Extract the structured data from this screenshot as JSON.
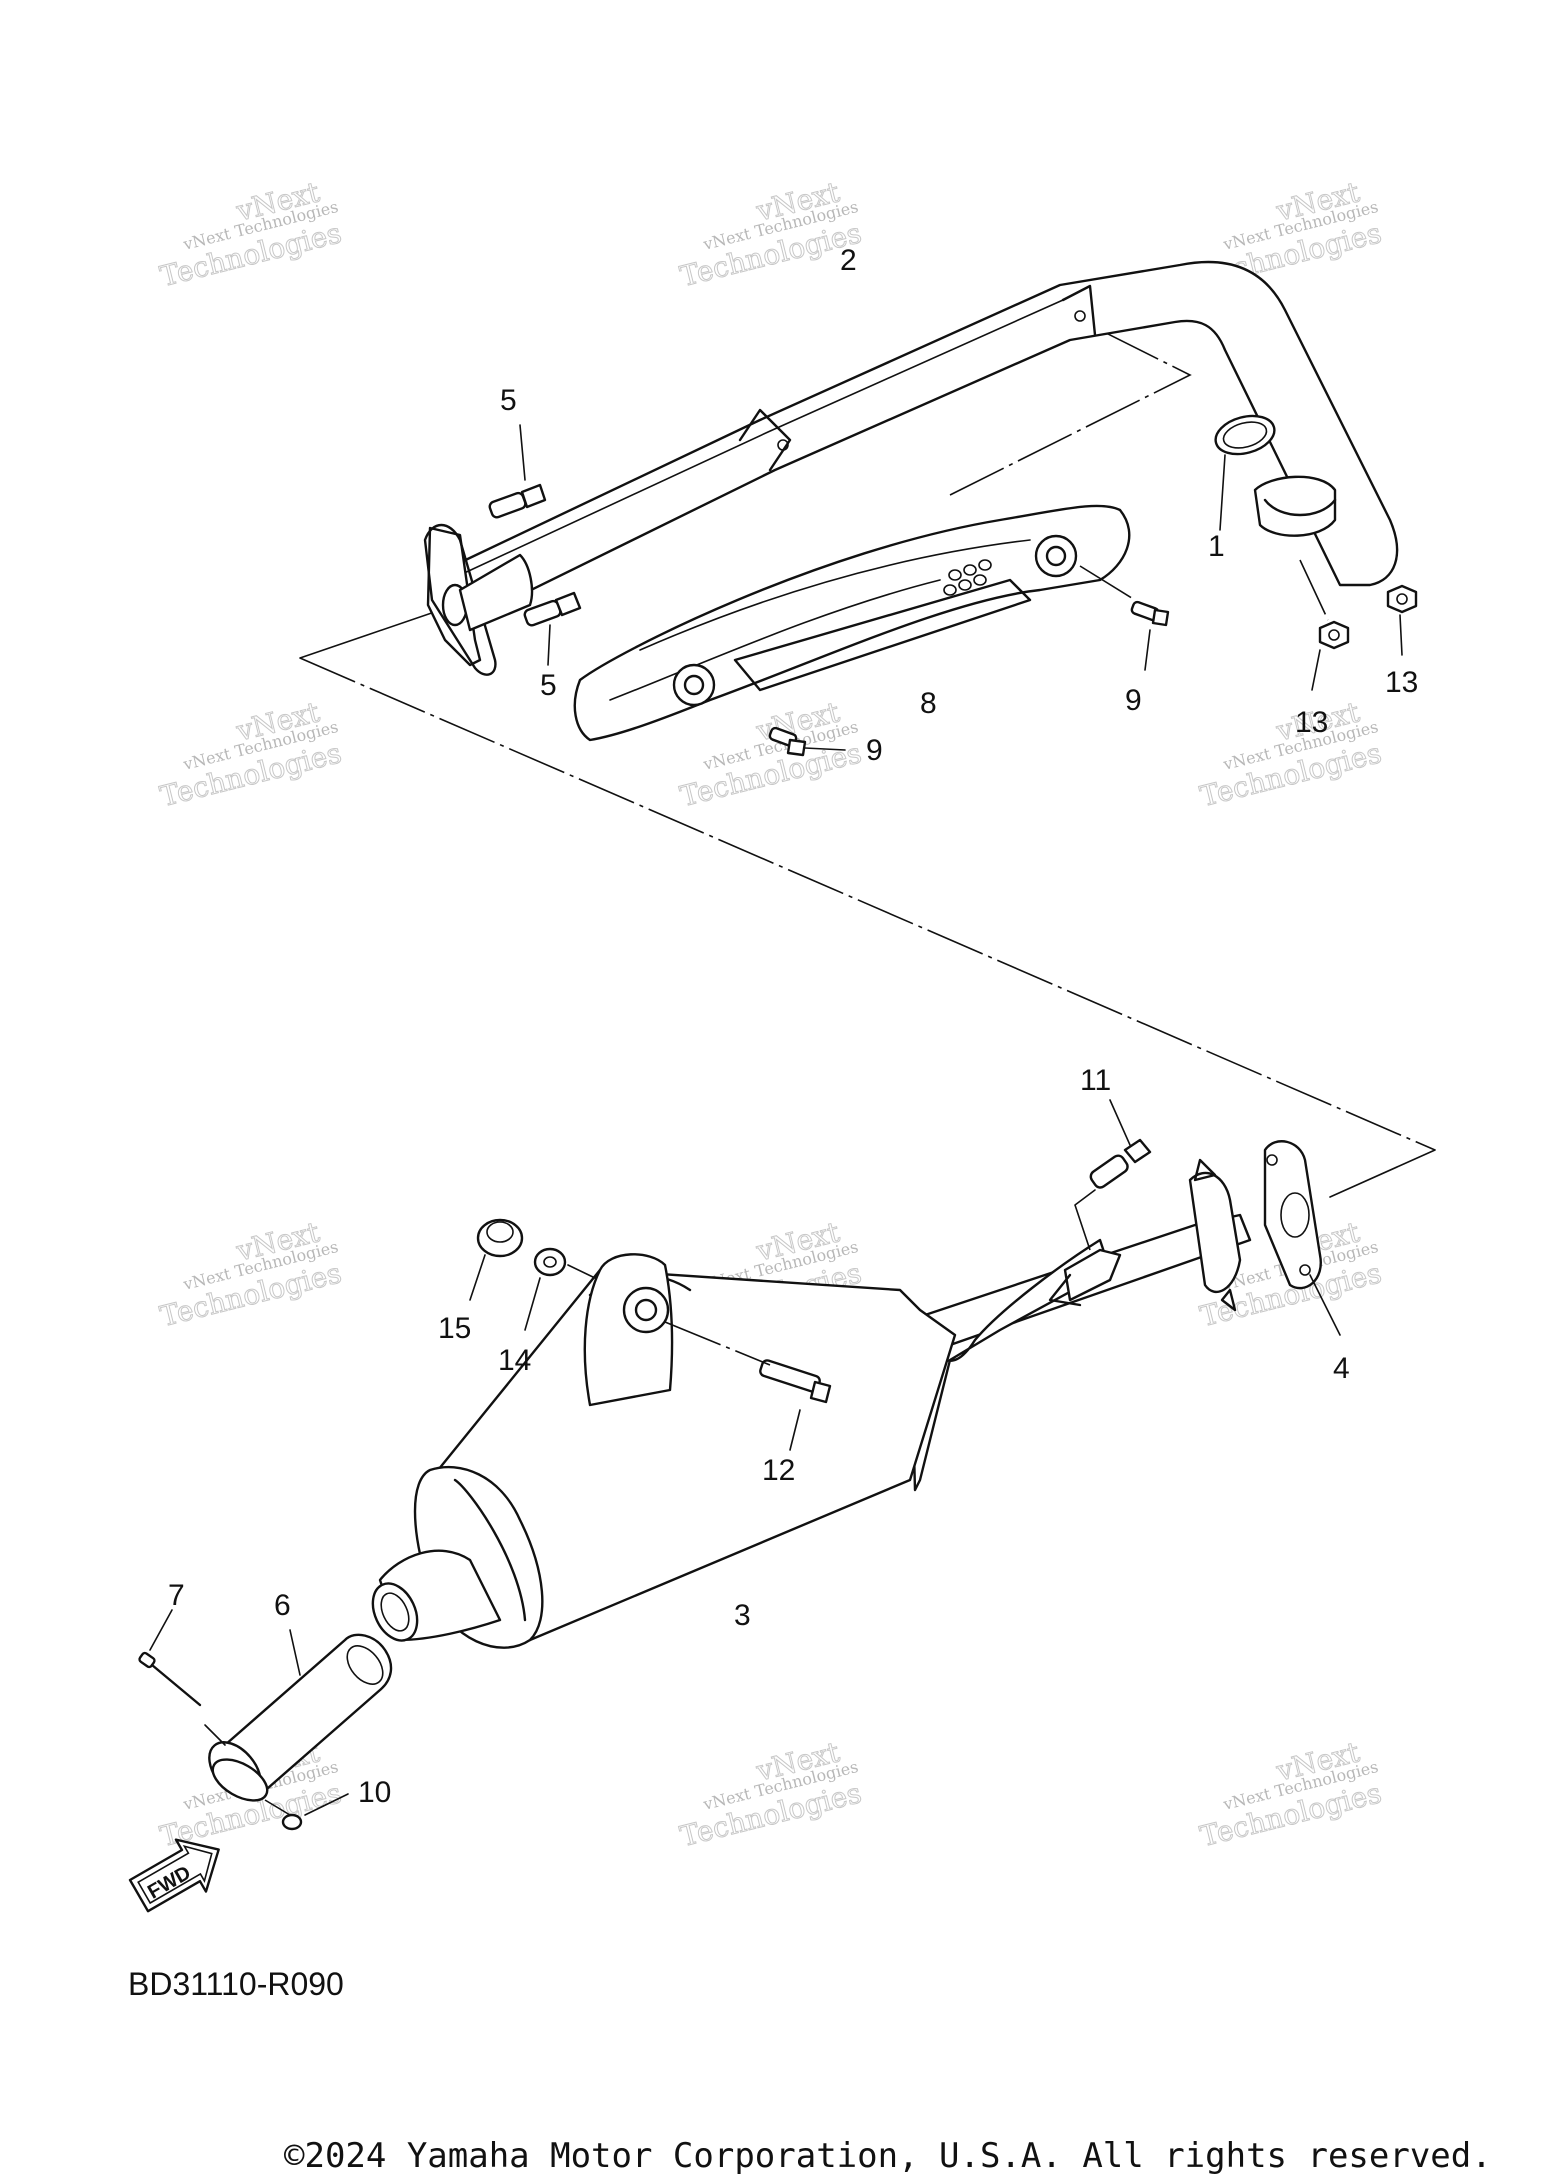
{
  "diagram": {
    "code": "BD31110-R090",
    "copyright": "©2024 Yamaha Motor Corporation, U.S.A. All rights reserved.",
    "direction_badge": "FWD",
    "watermark_line1": "vNext Technologies",
    "watermark_line2": "Technologies",
    "watermark_brand": "vNext",
    "callouts": [
      "1",
      "2",
      "3",
      "4",
      "5",
      "5",
      "6",
      "7",
      "8",
      "9",
      "9",
      "10",
      "11",
      "12",
      "13",
      "13",
      "14",
      "15"
    ]
  }
}
